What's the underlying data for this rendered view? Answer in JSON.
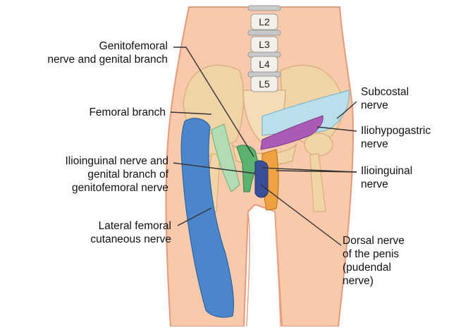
{
  "vertebrae": [
    "L2",
    "L3",
    "L4",
    "L5"
  ],
  "labels": {
    "genitofemoral": [
      "Genitofemoral",
      "nerve and genital branch"
    ],
    "femoral_branch": [
      "Femoral branch"
    ],
    "ilioinguinal_genital": [
      "Ilioinguinal nerve and",
      "genital branch of",
      "genitofemoral nerve"
    ],
    "lateral_femoral": [
      "Lateral femoral",
      "cutaneous nerve"
    ],
    "subcostal": [
      "Subcostal",
      "nerve"
    ],
    "iliohypogastric": [
      "Iliohypogastric",
      "nerve"
    ],
    "ilioinguinal": [
      "Ilioinguinal",
      "nerve"
    ],
    "dorsal_nerve": [
      "Dorsal nerve",
      "of the penis",
      "(pudendal",
      "nerve)"
    ]
  },
  "colors": {
    "skin": "#f9c9ac",
    "skin_edge": "#e49a7c",
    "bone": "#f1d5a8",
    "spine_disc": "#c9c9c9",
    "lateral_femoral_cutaneous": "#4a86c9",
    "subcostal": "#b9e0ea",
    "iliohypogastric": "#a95bb5",
    "femoral_branch": "#b2dcb4",
    "genital_branch": "#5cb26f",
    "ilioinguinal": "#f0a243",
    "dorsal_nerve_penis": "#3a4f9a",
    "leader_line": "#333333"
  }
}
